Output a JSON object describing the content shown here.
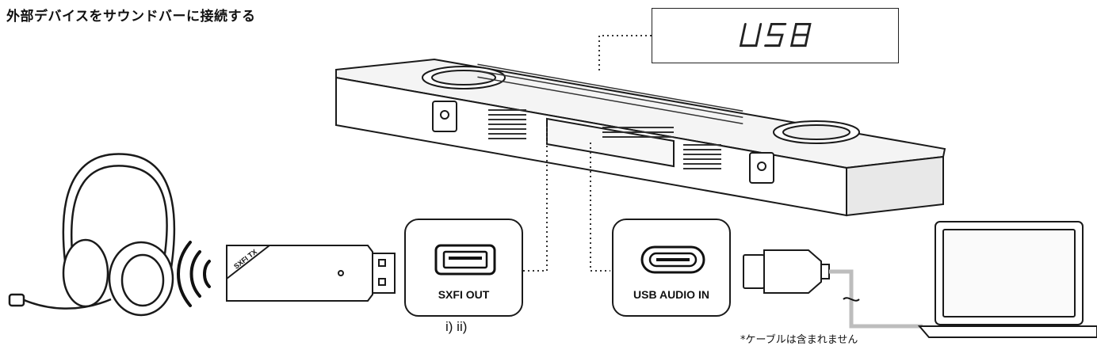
{
  "title": "外部デバイスをサウンドバーに接続する",
  "display": {
    "text": "USB"
  },
  "ports": {
    "sxfi_out": "SXFI OUT",
    "usb_audio_in": "USB AUDIO IN"
  },
  "dongle_label": "SXFI TX",
  "sxfi_footnote": "i) ii)",
  "cable_note": "*ケーブルは含まれません"
}
